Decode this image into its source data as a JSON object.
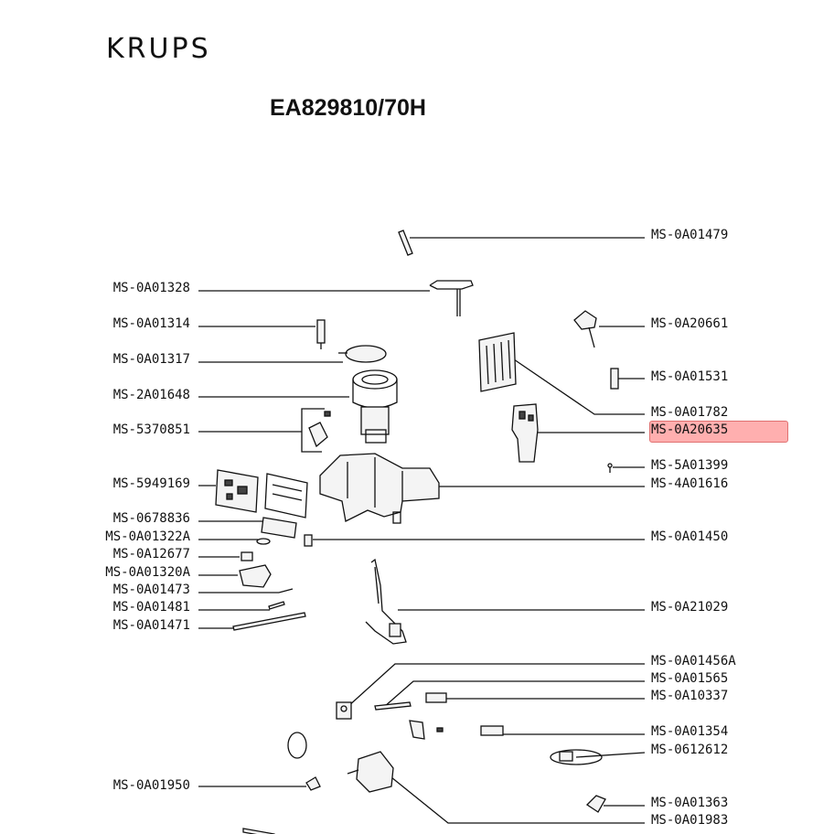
{
  "header": {
    "brand": "KRUPS",
    "model": "EA829810/70H"
  },
  "highlight_color": "#ff8c8c",
  "highlighted_part": "MS-0A20635",
  "parts_left": [
    "MS-0A01328",
    "MS-0A01314",
    "MS-0A01317",
    "MS-2A01648",
    "MS-5370851",
    "MS-5949169",
    "MS-0678836",
    "MS-0A01322A",
    "MS-0A12677",
    "MS-0A01320A",
    "MS-0A01473",
    "MS-0A01481",
    "MS-0A01471",
    "MS-0A01950"
  ],
  "parts_right": [
    "MS-0A01479",
    "MS-0A20661",
    "MS-0A01531",
    "MS-0A01782",
    "MS-0A20635",
    "MS-5A01399",
    "MS-4A01616",
    "MS-0A01450",
    "MS-0A21029",
    "MS-0A01456A",
    "MS-0A01565",
    "MS-0A10337",
    "MS-0A01354",
    "MS-0612612",
    "MS-0A01363",
    "MS-0A01983"
  ]
}
